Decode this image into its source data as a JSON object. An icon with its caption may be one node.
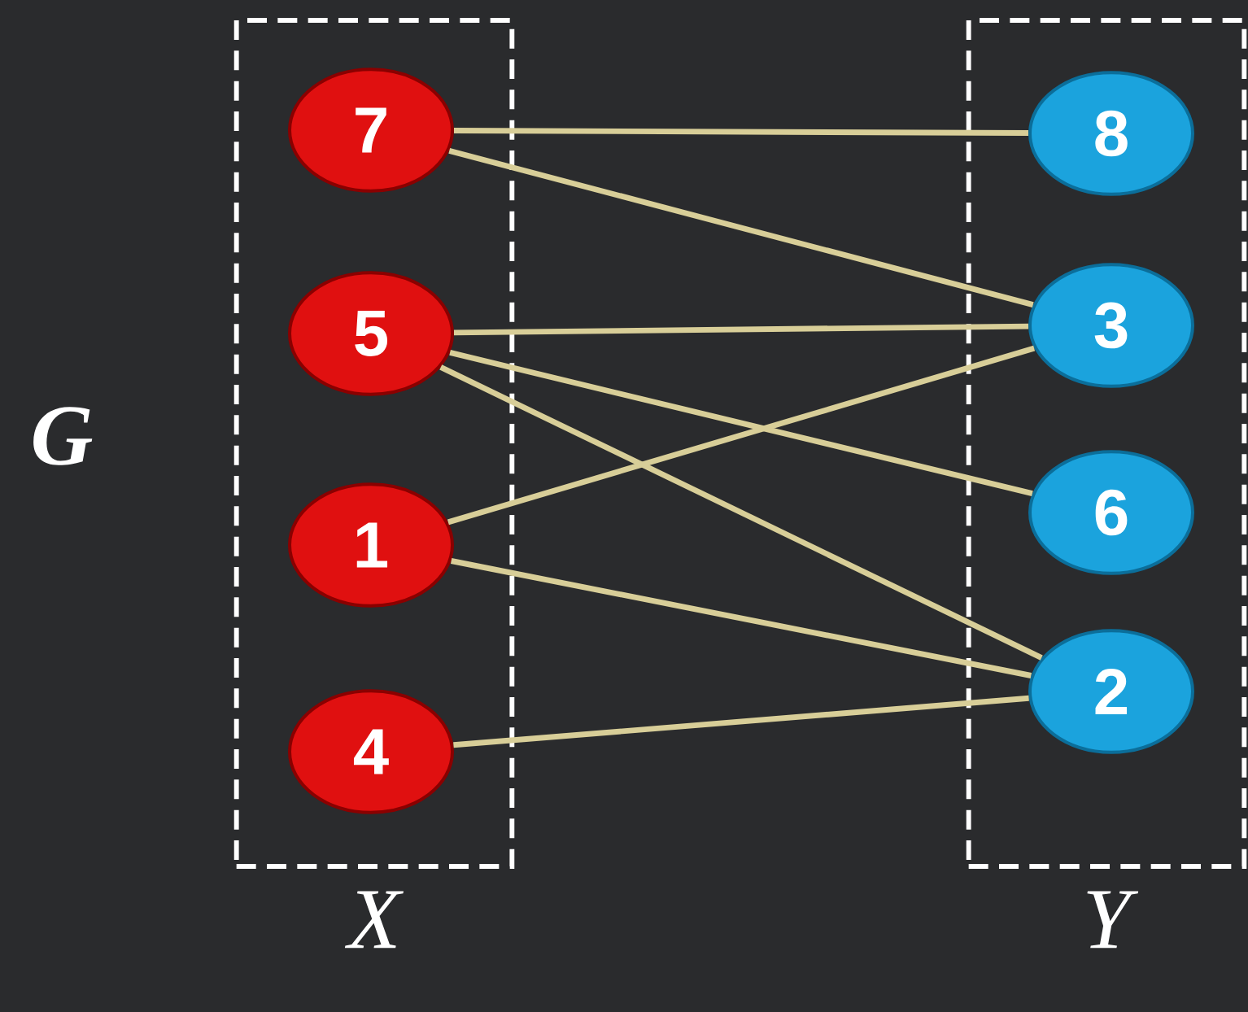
{
  "diagram": {
    "nodes": [
      {
        "text": [
          "X"
        ]
      },
      {
        "text": [
          "7"
        ],
        "in": 0
      },
      {
        "text": [
          "5"
        ],
        "in": 0
      },
      {
        "text": [
          "1"
        ],
        "in": 0
      },
      {
        "text": [
          "4"
        ],
        "in": 0
      },
      {
        "text": [
          "Y"
        ]
      },
      {
        "text": [
          "8"
        ],
        "in": 5
      },
      {
        "text": [
          "3"
        ],
        "in": 5
      },
      {
        "text": [
          "6"
        ],
        "in": 5
      },
      {
        "text": [
          "2"
        ],
        "in": 5
      }
    ],
    "edges": [
      {
        "from": 1,
        "to": 6,
        "arrow": "none"
      },
      {
        "from": 1,
        "to": 7,
        "arrow": "none"
      },
      {
        "from": 2,
        "to": 7,
        "arrow": "none"
      },
      {
        "from": 2,
        "to": 8,
        "arrow": "none"
      },
      {
        "from": 2,
        "to": 9,
        "arrow": "none"
      },
      {
        "from": 3,
        "to": 7,
        "arrow": "none"
      },
      {
        "from": 3,
        "to": 9,
        "arrow": "none"
      },
      {
        "from": 4,
        "to": 9,
        "arrow": "none"
      }
    ],
    "labels": [
      "G"
    ]
  }
}
